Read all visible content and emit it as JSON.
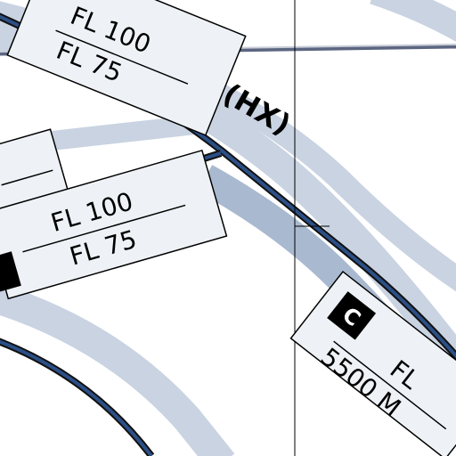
{
  "map": {
    "colors": {
      "airspace_band": "#c9d3e1",
      "airspace_band_dark": "#a9b9cf",
      "boundary_line": "#2b4f86",
      "boundary_edge": "#111111",
      "label_fill": "#eef2f6",
      "label_border": "#000000",
      "grid_line": "#000000",
      "track_line": "#5c6681",
      "class_box": "#000000",
      "class_text": "#ffffff"
    },
    "sector_label": "(HX)",
    "labels": {
      "top": {
        "upper": "FL 100",
        "lower": "FL 75"
      },
      "middle": {
        "upper": "FL 100",
        "lower": "FL 75"
      },
      "right": {
        "airspace_class": "C",
        "upper": "FL",
        "lower": "5500 M"
      }
    }
  }
}
